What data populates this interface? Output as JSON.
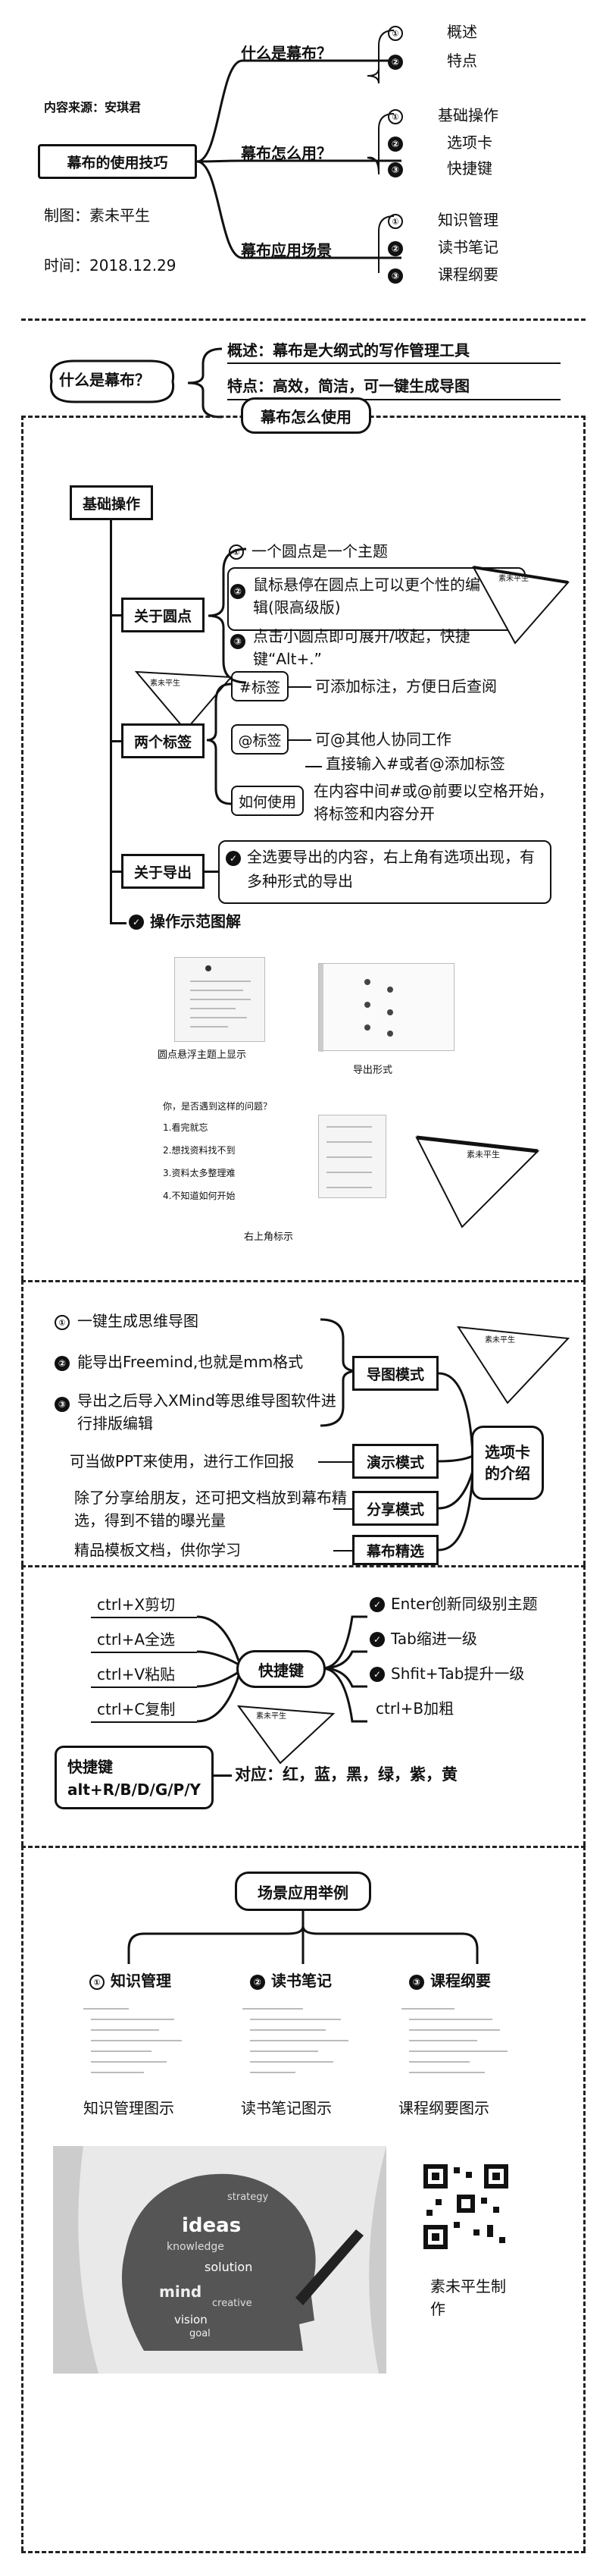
{
  "header": {
    "source": "内容来源：安琪君",
    "title": "幕布的使用技巧",
    "author": "制图：素未平生",
    "date": "时间：2018.12.29"
  },
  "overview": {
    "branches": [
      {
        "label": "什么是幕布？",
        "items": [
          {
            "num": "①",
            "text": "概述"
          },
          {
            "num": "②",
            "text": "特点"
          }
        ]
      },
      {
        "label": "幕布怎么用？",
        "items": [
          {
            "num": "①",
            "text": "基础操作"
          },
          {
            "num": "②",
            "text": "选项卡"
          },
          {
            "num": "③",
            "text": "快捷键"
          }
        ]
      },
      {
        "label": "幕布应用场景",
        "items": [
          {
            "num": "①",
            "text": "知识管理"
          },
          {
            "num": "②",
            "text": "读书笔记"
          },
          {
            "num": "③",
            "text": "课程纲要"
          }
        ]
      }
    ]
  },
  "what": {
    "label": "什么是幕布？",
    "summary": "概述：幕布是大纲式的写作管理工具",
    "feature": "特点：高效，简洁，可一键生成导图"
  },
  "how": {
    "banner": "幕布怎么使用",
    "basic": "基础操作",
    "dots": {
      "label": "关于圆点",
      "items": [
        "一个圆点是一个主题",
        "鼠标悬停在圆点上可以更个性的编辑(限高级版)",
        "点击小圆点即可展开/收起，快捷键“Alt+.”"
      ]
    },
    "tags": {
      "label": "两个标签",
      "hash": "#标签",
      "hash_desc": "可添加标注，方便日后查阅",
      "at": "@标签",
      "at_desc": "可@其他人协同工作",
      "use_label": "如何使用",
      "use_1": "直接输入#或者@添加标签",
      "use_2": "在内容中间#或@前要以空格开始，将标签和内容分开"
    },
    "export": {
      "label": "关于导出",
      "desc": "全选要导出的内容，右上角有选项出现，有多种形式的导出"
    },
    "demo": "操作示范图解",
    "caption_1": "圆点悬浮主题上显示",
    "caption_2": "导出形式",
    "caption_3": "右上角标示",
    "tri_1": "素未平生",
    "tri_2": "素未平生",
    "tri_3": "素未平生",
    "shot_lines": [
      "你，是否遇到这样的问题？",
      "1.看完就忘",
      "2.想找资料找不到",
      "3.资料太多整理难",
      "4.不知道如何开始"
    ]
  },
  "tabs": {
    "title": "选项卡的介绍",
    "mindmap": {
      "label": "导图模式",
      "items": [
        "一键生成思维导图",
        "能导出Freemind,也就是mm格式",
        "导出之后导入XMind等思维导图软件进行排版编辑"
      ]
    },
    "present": {
      "label": "演示模式",
      "desc": "可当做PPT来使用，进行工作回报"
    },
    "share": {
      "label": "分享模式",
      "desc": "除了分享给朋友，还可把文档放到幕布精选，得到不错的曝光量"
    },
    "featured": {
      "label": "幕布精选",
      "desc": "精品模板文档，供你学习"
    },
    "tri": "素未平生"
  },
  "shortcuts": {
    "center": "快捷键",
    "left": [
      "ctrl+X剪切",
      "ctrl+A全选",
      "ctrl+V粘贴",
      "ctrl+C复制"
    ],
    "right": [
      "Enter创新同级别主题",
      "Tab缩进一级",
      "Shfit+Tab提升一级",
      "ctrl+B加粗"
    ],
    "color_key": "快捷键alt+R/B/D/G/P/Y",
    "color_value": "对应：红，蓝，黑，绿，紫，黄",
    "tri": "素未平生"
  },
  "scenes": {
    "banner": "场景应用举例",
    "items": [
      {
        "num": "①",
        "label": "知识管理",
        "caption": "知识管理图示"
      },
      {
        "num": "②",
        "label": "读书笔记",
        "caption": "读书笔记图示"
      },
      {
        "num": "③",
        "label": "课程纲要",
        "caption": "课程纲要图示"
      }
    ],
    "credit": "素未平生制作",
    "art_words": [
      "mind",
      "knowledge",
      "ideas",
      "creative",
      "solution",
      "vision",
      "strategy",
      "goal"
    ]
  }
}
